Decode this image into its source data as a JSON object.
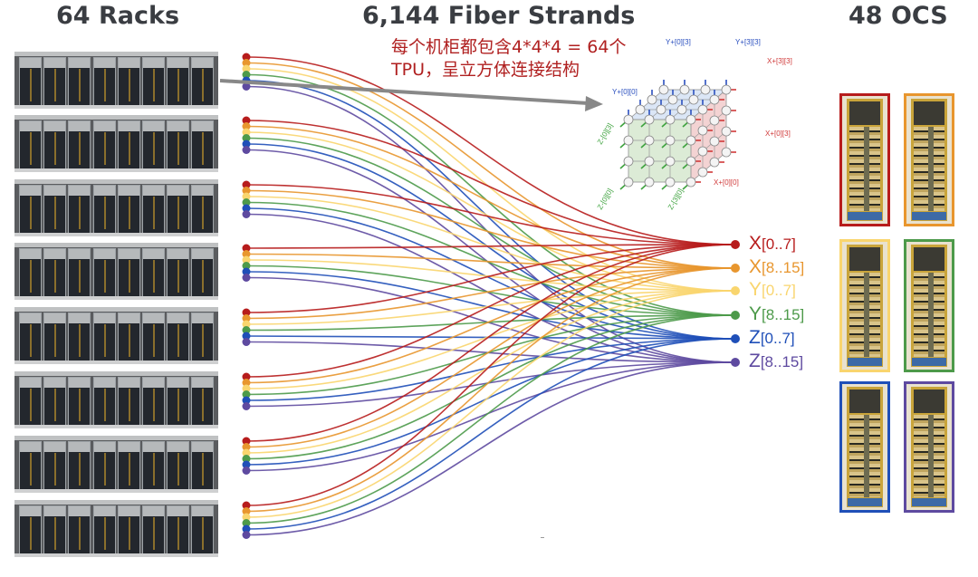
{
  "titles": {
    "racks": "64 Racks",
    "fibers": "6,144 Fiber Strands",
    "ocs": "48 OCS"
  },
  "annotation": {
    "line1": "每个机柜都包含4*4*4 = 64个",
    "line2": "TPU，呈立方体连接结构"
  },
  "racks": {
    "count_shown": 8,
    "units_per_rack": 8
  },
  "colors": {
    "x_low": "#b71c1c",
    "x_high": "#e8962e",
    "y_low": "#f9d56e",
    "y_high": "#4d9a4a",
    "z_low": "#1f4fb8",
    "z_high": "#5e4aa0",
    "arrow": "#888888",
    "title": "#3a3d42",
    "annotation": "#b02020"
  },
  "endpoints": [
    {
      "axis": "X",
      "range": "[0..7]",
      "color_key": "x_low"
    },
    {
      "axis": "X",
      "range": "[8..15]",
      "color_key": "x_high"
    },
    {
      "axis": "Y",
      "range": "[0..7]",
      "color_key": "y_low"
    },
    {
      "axis": "Y",
      "range": "[8..15]",
      "color_key": "y_high"
    },
    {
      "axis": "Z",
      "range": "[0..7]",
      "color_key": "z_low"
    },
    {
      "axis": "Z",
      "range": "[8..15]",
      "color_key": "z_high"
    }
  ],
  "cube": {
    "size": "4x4x4",
    "labels": {
      "y_plus_03": "Y+[0][3]",
      "y_plus_33": "Y+[3][3]",
      "y_plus_00": "Y+[0][0]",
      "x_plus_33": "X+[3][3]",
      "x_plus_03": "X+[0][3]",
      "x_plus_00": "X+[0][0]",
      "z_minus_03": "Z-[0][3]",
      "z_minus_00": "Z-[0][0]",
      "z_minus_30": "Z-[3][0]"
    }
  },
  "ocs_units": [
    {
      "color_key": "x_low"
    },
    {
      "color_key": "x_high"
    },
    {
      "color_key": "y_low"
    },
    {
      "color_key": "y_high"
    },
    {
      "color_key": "z_low"
    },
    {
      "color_key": "z_high"
    }
  ]
}
